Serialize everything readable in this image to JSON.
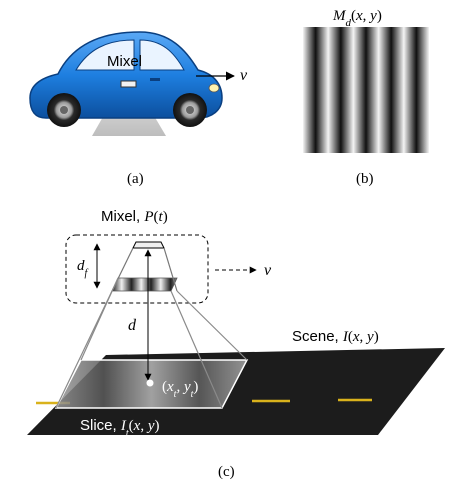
{
  "panel_a": {
    "caption": "(a)",
    "car_label": "Mixel",
    "velocity": "v"
  },
  "panel_b": {
    "caption": "(b)",
    "title": "M_d(x, y)",
    "stripe_pattern": "vertical sinusoidal grating",
    "stripe_count": 5
  },
  "panel_c": {
    "caption": "(c)",
    "mixel_title": "Mixel, P(t)",
    "focal_distance": "d_f",
    "distance": "d",
    "velocity": "v",
    "scene_label": "Scene, I(x, y)",
    "slice_label": "Slice, I_t(x, y)",
    "point_label": "(x_t, y_t)"
  },
  "colors": {
    "car_body": "#1e7fe0",
    "car_dark": "#0c4f9e",
    "road": "#1c1c1c",
    "road_line": "#d9b21c",
    "beam": "#c9c9c9"
  }
}
